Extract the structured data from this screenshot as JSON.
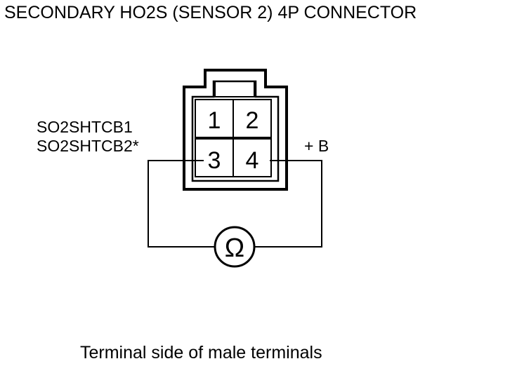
{
  "title": "SECONDARY HO2S (SENSOR 2) 4P CONNECTOR",
  "wire_labels": {
    "left_line1": "SO2SHTCB1",
    "left_line2": "SO2SHTCB2*",
    "right": "+ B"
  },
  "terminals": [
    "1",
    "2",
    "3",
    "4"
  ],
  "meter_symbol": "Ω",
  "footer": "Terminal side of male terminals"
}
